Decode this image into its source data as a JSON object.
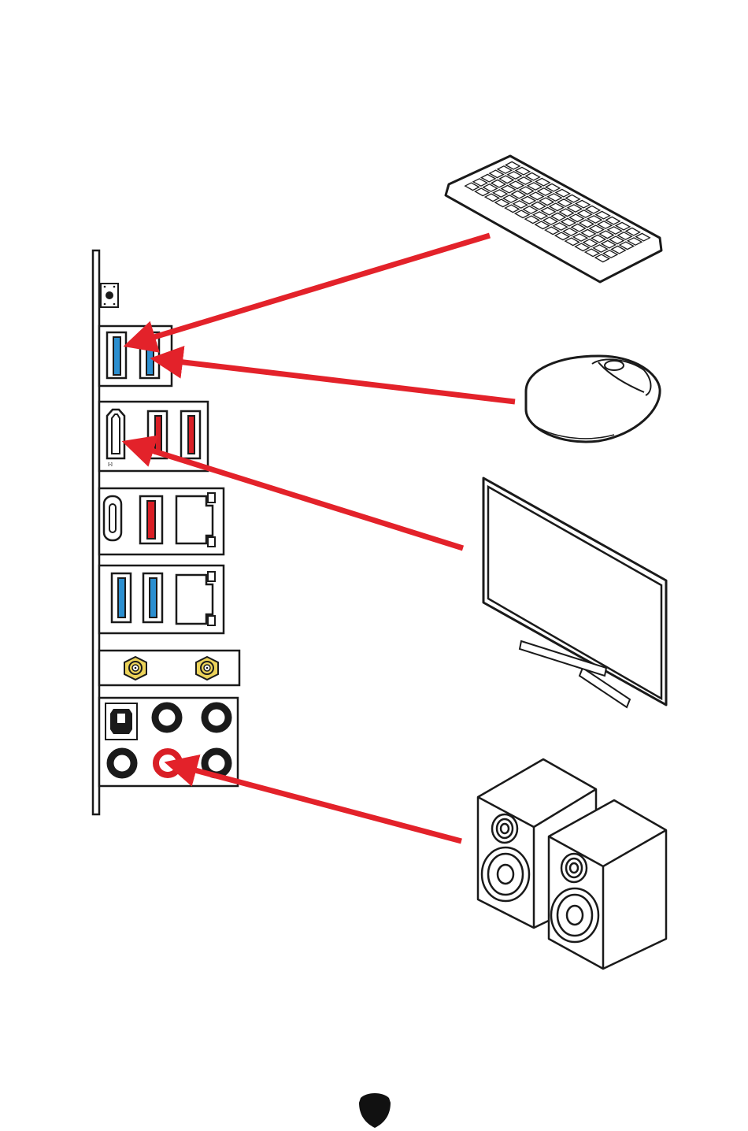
{
  "diagram": {
    "type": "io-panel-connection-diagram",
    "io_panel": {
      "groups": [
        {
          "name": "usb-group-1",
          "ports": [
            "usb-a-blue",
            "usb-a-blue"
          ]
        },
        {
          "name": "hdmi-usb-group",
          "ports": [
            "hdmi",
            "usb-a-red",
            "usb-a-red"
          ]
        },
        {
          "name": "usbc-lan-group",
          "ports": [
            "usb-c",
            "usb-a-red",
            "lan"
          ]
        },
        {
          "name": "usb-lan-group",
          "ports": [
            "usb-a-blue",
            "usb-a-blue",
            "lan"
          ]
        },
        {
          "name": "antenna-group",
          "ports": [
            "wifi-antenna",
            "wifi-antenna"
          ]
        },
        {
          "name": "audio-group",
          "ports": [
            "optical-spdif",
            "audio-jack",
            "audio-jack",
            "audio-jack",
            "audio-jack-line-out",
            "audio-jack"
          ]
        }
      ]
    },
    "devices": [
      {
        "name": "keyboard",
        "icon": "keyboard-icon",
        "connects_to": "usb-a-blue"
      },
      {
        "name": "mouse",
        "icon": "mouse-icon",
        "connects_to": "usb-a-blue"
      },
      {
        "name": "monitor",
        "icon": "monitor-icon",
        "connects_to": "hdmi"
      },
      {
        "name": "speakers",
        "icon": "speakers-icon",
        "connects_to": "audio-jack-line-out"
      }
    ],
    "colors": {
      "arrow": "#e3222a",
      "usb_blue": "#2b8fd0",
      "usb_red": "#d91f26",
      "antenna_gold": "#ecd35a",
      "line": "#1a1a1a",
      "footer_logo": "#111111"
    }
  }
}
